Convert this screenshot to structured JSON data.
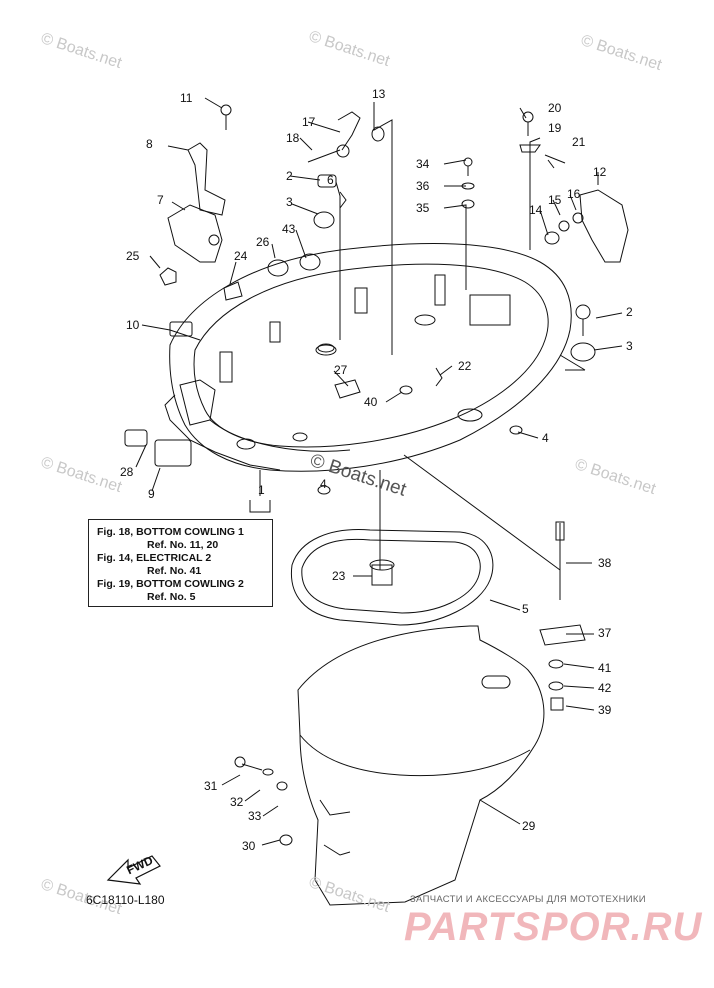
{
  "watermark": "© Boats.net",
  "center_watermark": "© Boats.net",
  "callouts": [
    "1",
    "2",
    "2",
    "3",
    "3",
    "4",
    "4",
    "5",
    "6",
    "7",
    "8",
    "9",
    "10",
    "11",
    "12",
    "13",
    "14",
    "15",
    "16",
    "17",
    "18",
    "19",
    "20",
    "21",
    "22",
    "23",
    "24",
    "25",
    "26",
    "27",
    "28",
    "29",
    "30",
    "31",
    "32",
    "33",
    "34",
    "35",
    "36",
    "37",
    "38",
    "39",
    "40",
    "41",
    "42",
    "43"
  ],
  "ref_notes": [
    "Fig. 18, BOTTOM COWLING 1",
    "Ref. No. 11, 20",
    "Fig. 14, ELECTRICAL 2",
    "Ref. No. 41",
    "Fig. 19, BOTTOM COWLING 2",
    "Ref. No. 5"
  ],
  "part_code": "6C18110-L180",
  "fwd_label": "FWD",
  "shop_caption": "ЗАПЧАСТИ И АКСЕССУАРЫ ДЛЯ МОТОТЕХНИКИ",
  "shop_logo": "PARTSPOR.RU"
}
